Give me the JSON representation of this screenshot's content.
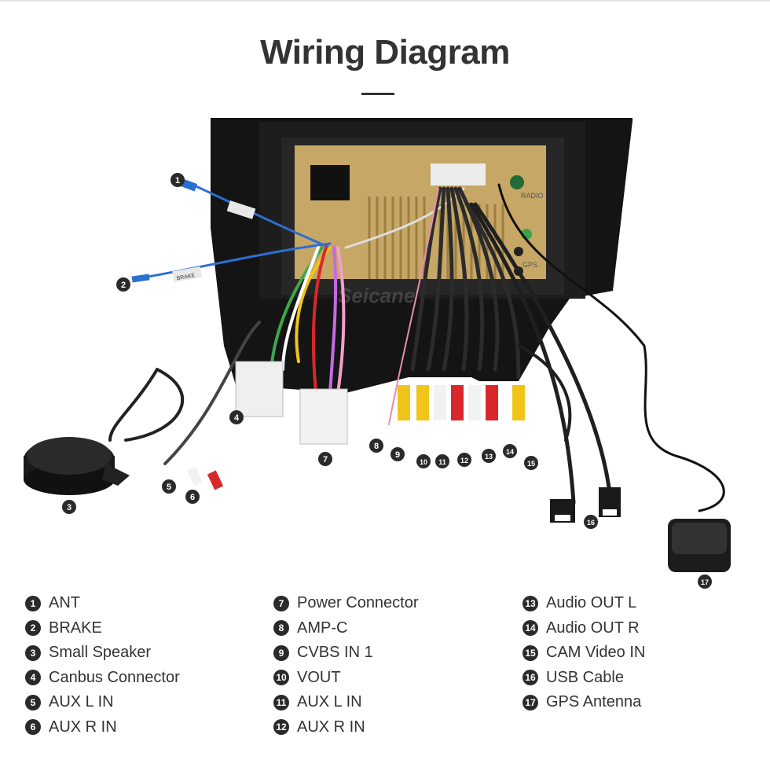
{
  "header": {
    "title": "Wiring Diagram"
  },
  "photo": {
    "watermark": "Seicane",
    "tag_brake": "BRAKE",
    "tag_radio": "RADIO",
    "tag_gps": "GPS"
  },
  "callouts": [
    "1",
    "2",
    "3",
    "4",
    "5",
    "6",
    "7",
    "8",
    "9",
    "10",
    "11",
    "12",
    "13",
    "14",
    "15",
    "16",
    "17"
  ],
  "legend": {
    "columns": [
      [
        {
          "num": "1",
          "label": "ANT"
        },
        {
          "num": "2",
          "label": "BRAKE"
        },
        {
          "num": "3",
          "label": "Small Speaker"
        },
        {
          "num": "4",
          "label": "Canbus Connector"
        },
        {
          "num": "5",
          "label": "AUX L IN"
        },
        {
          "num": "6",
          "label": "AUX R IN"
        }
      ],
      [
        {
          "num": "7",
          "label": "Power Connector"
        },
        {
          "num": "8",
          "label": "AMP-C"
        },
        {
          "num": "9",
          "label": "CVBS IN 1"
        },
        {
          "num": "10",
          "label": "VOUT"
        },
        {
          "num": "11",
          "label": "AUX L IN"
        },
        {
          "num": "12",
          "label": "AUX R IN"
        }
      ],
      [
        {
          "num": "13",
          "label": "Audio OUT L"
        },
        {
          "num": "14",
          "label": "Audio OUT R"
        },
        {
          "num": "15",
          "label": "CAM Video IN"
        },
        {
          "num": "16",
          "label": "USB Cable"
        },
        {
          "num": "17",
          "label": "GPS Antenna"
        }
      ]
    ]
  },
  "colors": {
    "housing": "#121212",
    "board": "#c8a766",
    "yellow": "#f0c419",
    "red": "#d8282b",
    "white": "#f2f2f2",
    "blue": "#2c6fd3"
  }
}
